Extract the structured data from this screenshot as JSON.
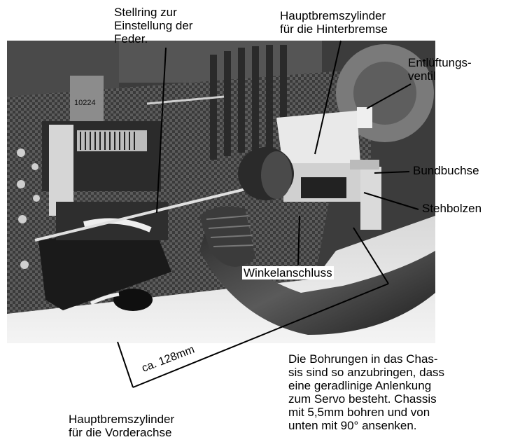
{
  "labels": {
    "stellring": "Stellring zur\nEinstellung der\nFeder.",
    "hbz_hinten": "Hauptbremszylinder\nfür die Hinterbremse",
    "entlueftung": "Entlüftungs-\nventil",
    "bundbuchse": "Bundbuchse",
    "stehbolzen": "Stehbolzen",
    "winkelanschluss": "Winkelanschluss",
    "hbz_vorn": "Hauptbremszylinder\nfür die Vorderachse",
    "measure": "ca. 128mm",
    "bohrungen": "Die Bohrungen in das Chas-\nsis sind so anzubringen, dass\neine geradlinige Anlenkung\nzum Servo besteht. Chassis\nmit 5,5mm bohren und von\nunten mit 90° ansenken."
  },
  "photo": {
    "nameplate_text": "10224"
  }
}
